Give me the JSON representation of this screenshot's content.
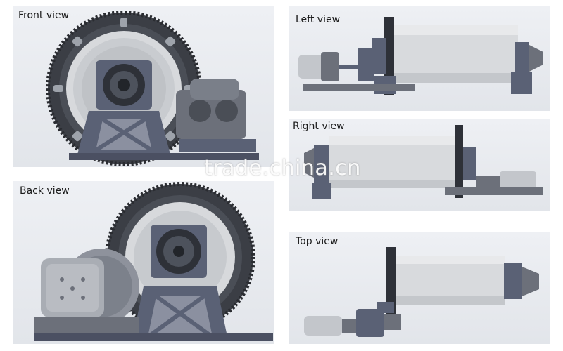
{
  "views": {
    "front": "Front view",
    "back": "Back view",
    "left": "Left view",
    "right": "Right view",
    "top": "Top view"
  },
  "watermark": "trade.china.cn",
  "colors": {
    "panel_bg": "#e6e8ec",
    "gear_dark": "#3b3e45",
    "drum_silver": "#d8dadd",
    "steel_gray": "#6c707a",
    "frame_slate": "#5a6175"
  }
}
